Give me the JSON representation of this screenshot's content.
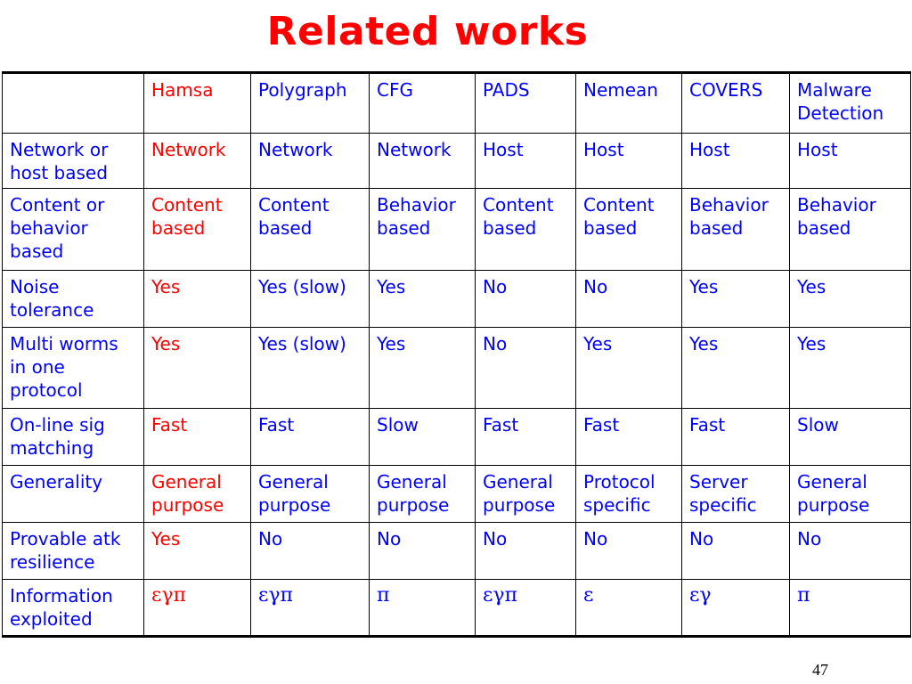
{
  "slide": {
    "title": "Related works",
    "page_number": "47"
  },
  "table": {
    "columns": [
      "",
      "Hamsa",
      "Polygraph",
      "CFG",
      "PADS",
      "Nemean",
      "COVERS",
      "Malware Detection"
    ],
    "rows": [
      {
        "label": "Network or host based",
        "cells": [
          "Network",
          "Network",
          "Network",
          "Host",
          "Host",
          "Host",
          "Host"
        ]
      },
      {
        "label": "Content or behavior based",
        "cells": [
          "Content based",
          "Content based",
          "Behavior based",
          "Content based",
          "Content based",
          "Behavior based",
          "Behavior based"
        ]
      },
      {
        "label": "Noise tolerance",
        "cells": [
          "Yes",
          "Yes (slow)",
          "Yes",
          "No",
          "No",
          "Yes",
          "Yes"
        ]
      },
      {
        "label": "Multi worms in one protocol",
        "cells": [
          "Yes",
          "Yes (slow)",
          "Yes",
          "No",
          "Yes",
          "Yes",
          "Yes"
        ]
      },
      {
        "label": "On-line sig matching",
        "cells": [
          "Fast",
          "Fast",
          "Slow",
          "Fast",
          "Fast",
          "Fast",
          "Slow"
        ]
      },
      {
        "label": "Generality",
        "cells": [
          "General purpose",
          "General purpose",
          "General purpose",
          "General purpose",
          "Protocol specific",
          "Server specific",
          "General purpose"
        ]
      },
      {
        "label": "Provable atk resilience",
        "cells": [
          "Yes",
          "No",
          "No",
          "No",
          "No",
          "No",
          "No"
        ]
      },
      {
        "label": "Information exploited",
        "cells": [
          "εγπ",
          "εγπ",
          "π",
          "εγπ",
          "ε",
          "εγ",
          "π"
        ]
      }
    ]
  },
  "colors": {
    "title": "#ff0000",
    "highlight_column": "#ff0000",
    "body_text": "#0000ff",
    "grid": "#000000"
  }
}
